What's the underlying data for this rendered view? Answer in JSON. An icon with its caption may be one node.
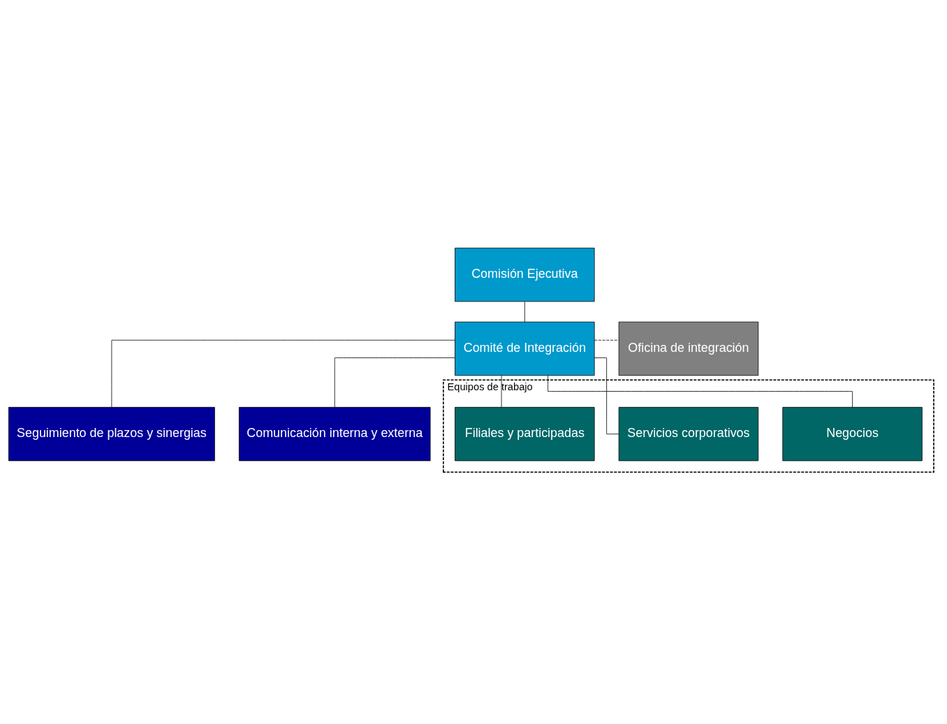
{
  "diagram": {
    "nodes": [
      {
        "text": [
          "Comisión Ejecutiva"
        ]
      },
      {
        "text": [
          "Comité de Integración"
        ]
      },
      {
        "text": [
          "Oficina de integración"
        ]
      },
      {
        "text": [
          "Seguimiento de plazos y sinergias"
        ]
      },
      {
        "text": [
          "Comunicación interna y externa"
        ]
      },
      {
        "text": [
          "Equipos de trabajo"
        ]
      },
      {
        "text": [
          "Negocios"
        ],
        "in": 5
      },
      {
        "text": [
          "Servicios corporativos"
        ],
        "in": 5
      },
      {
        "text": [
          "Filiales y participadas"
        ],
        "in": 5
      }
    ],
    "edges": [
      {
        "from": 0,
        "to": 1,
        "arrow": "none"
      },
      {
        "from": 1,
        "to": 2,
        "arrow": "none",
        "style": "dashed"
      },
      {
        "from": 1,
        "to": 3,
        "arrow": "none"
      },
      {
        "from": 1,
        "to": 4,
        "arrow": "none"
      },
      {
        "from": 1,
        "to": 6,
        "arrow": "none"
      },
      {
        "from": 1,
        "to": 7,
        "arrow": "none"
      },
      {
        "from": 1,
        "to": 8,
        "arrow": "none"
      }
    ]
  }
}
